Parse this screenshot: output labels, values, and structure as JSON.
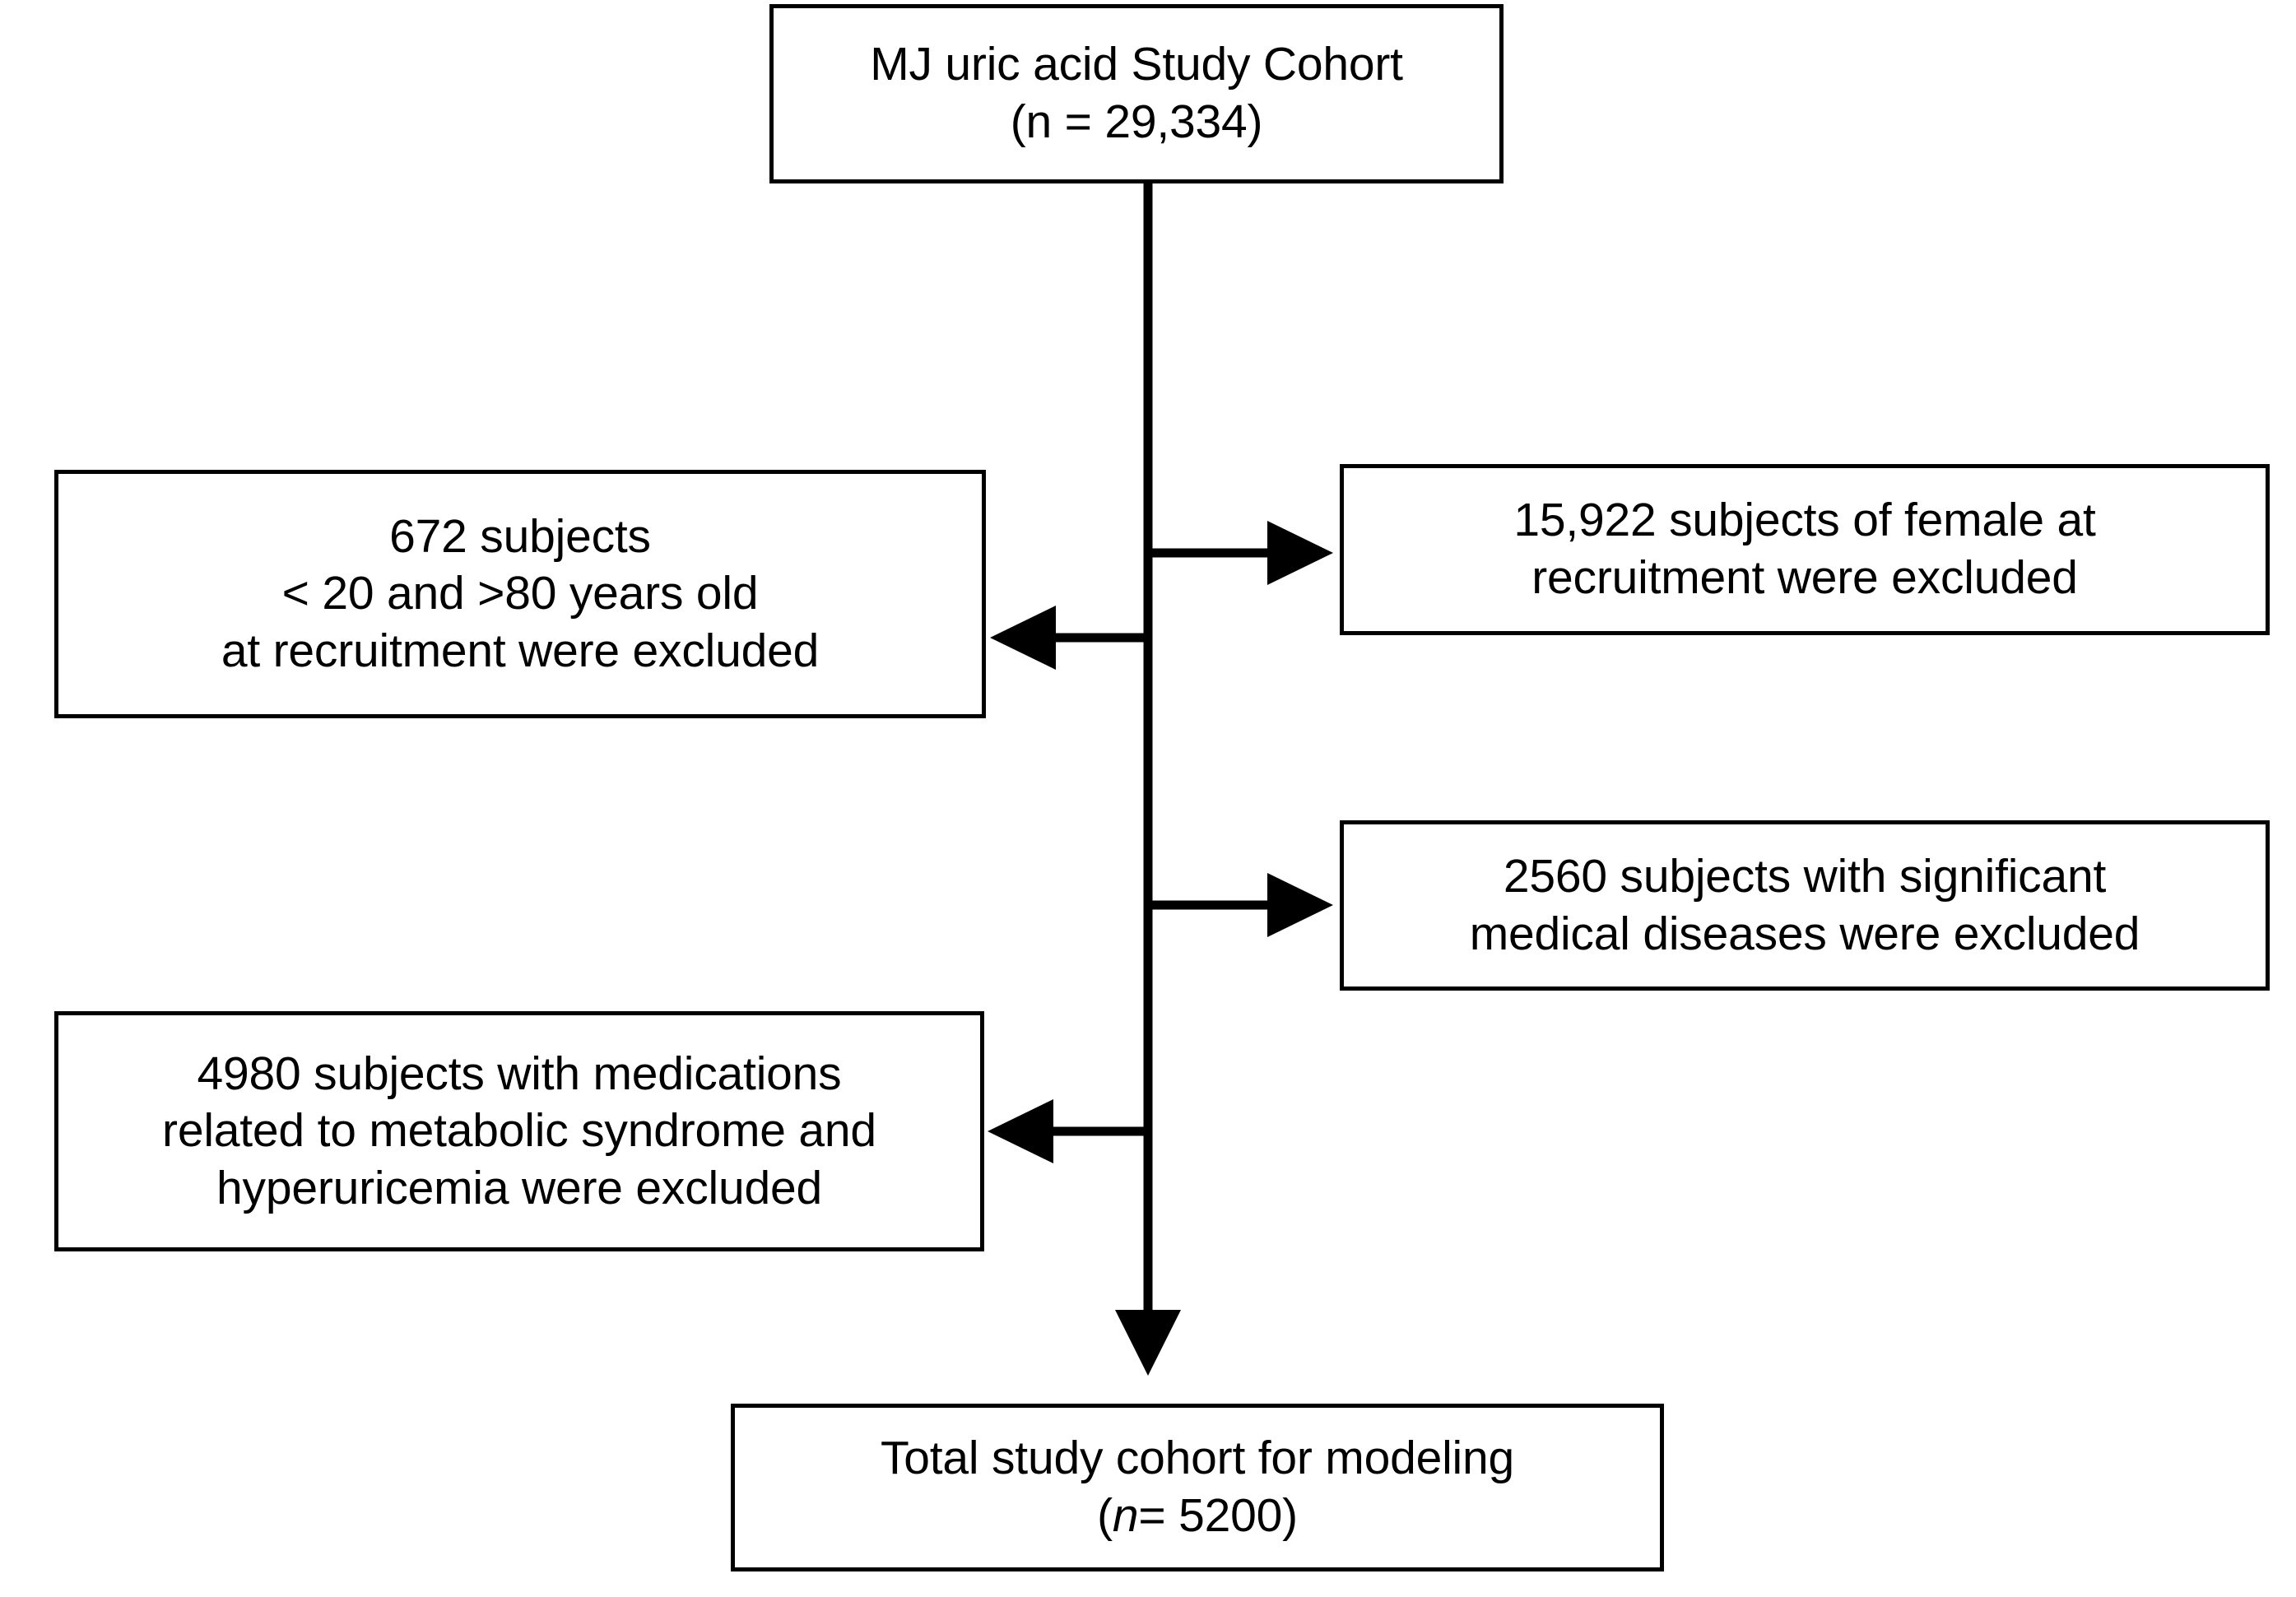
{
  "figure": {
    "type": "flowchart",
    "orientation": "vertical-spine-with-side-branches",
    "background_color": "#ffffff",
    "line_color": "#000000",
    "text_color": "#000000"
  },
  "nodes": {
    "top": {
      "id": "mj-uric-acid-study-cohort",
      "role": "source-cohort",
      "lines": [
        "MJ uric acid Study Cohort",
        "(n = 29,334)"
      ],
      "count": "29,334"
    },
    "left_1": {
      "id": "age-exclusion",
      "role": "exclusion",
      "lines": [
        "672 subjects",
        "< 20 and >80 years old",
        "at recruitment were excluded"
      ],
      "count": "672"
    },
    "right_1": {
      "id": "female-exclusion",
      "role": "exclusion",
      "lines": [
        "15,922 subjects of female at",
        "recruitment were excluded"
      ],
      "count": "15,922"
    },
    "right_2": {
      "id": "medical-disease-exclusion",
      "role": "exclusion",
      "lines": [
        "2560 subjects with significant",
        "medical diseases were excluded"
      ],
      "count": "2560"
    },
    "left_2": {
      "id": "medication-exclusion",
      "role": "exclusion",
      "lines": [
        "4980 subjects with medications",
        "related to metabolic syndrome and",
        "hyperuricemia were excluded"
      ],
      "count": "4980"
    },
    "bottom": {
      "id": "total-study-cohort",
      "role": "final-cohort",
      "line_1": "Total study cohort for modeling",
      "line_2_prefix": "(",
      "line_2_italic": "n",
      "line_2_suffix": "= 5200)",
      "count": "5200"
    }
  },
  "connectors": [
    {
      "id": "spine",
      "from": "top",
      "to": "bottom",
      "direction": "down",
      "arrowhead": "end"
    },
    {
      "id": "branch-to-female-exclusion",
      "from": "spine",
      "to": "right_1",
      "direction": "right",
      "arrowhead": "end"
    },
    {
      "id": "branch-to-age-exclusion",
      "from": "spine",
      "to": "left_1",
      "direction": "left",
      "arrowhead": "end"
    },
    {
      "id": "branch-to-medical-disease-exclusion",
      "from": "spine",
      "to": "right_2",
      "direction": "right",
      "arrowhead": "end"
    },
    {
      "id": "branch-to-medication-exclusion",
      "from": "spine",
      "to": "left_2",
      "direction": "left",
      "arrowhead": "end"
    }
  ]
}
